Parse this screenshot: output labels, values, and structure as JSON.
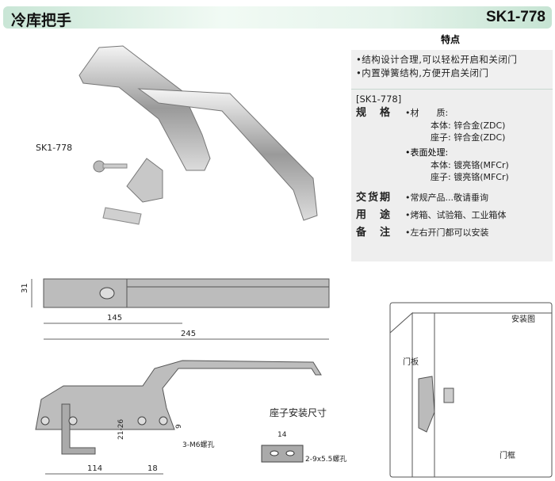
{
  "header": {
    "title": "冷库把手",
    "model": "SK1-778"
  },
  "features": {
    "title": "特点",
    "items": [
      "•结构设计合理,可以轻松开启和关闭门",
      "•内置弹簧结构,方便开启关闭门"
    ]
  },
  "specs": {
    "model_tag": "[SK1-778]",
    "spec_label": "规　格",
    "material_label": "•材　　质:",
    "material": [
      "本体: 锌合金(ZDC)",
      "座子: 锌合金(ZDC)"
    ],
    "surface_label": "•表面处理:",
    "surface": [
      "本体: 镀亮铬(MFCr)",
      "座子: 镀亮铬(MFCr)"
    ],
    "delivery_label": "交货期",
    "delivery": "•常规产品...敬请垂询",
    "usage_label": "用　途",
    "usage": "•烤箱、试验箱、工业箱体",
    "note_label": "备　注",
    "note": "•左右开门都可以安装"
  },
  "photo_label": "SK1-778",
  "top_view": {
    "height": "31",
    "dim1": "145",
    "dim2": "245"
  },
  "side_view": {
    "dim_h": "21-26",
    "dim_9": "9",
    "holes": "3-M6螺孔",
    "dim_114": "114",
    "dim_18": "18"
  },
  "seat": {
    "title": "座子安装尺寸",
    "dim": "14",
    "holes": "2-9x5.5螺孔"
  },
  "install": {
    "title": "安装图",
    "door_panel": "门板",
    "door_frame": "门框"
  }
}
